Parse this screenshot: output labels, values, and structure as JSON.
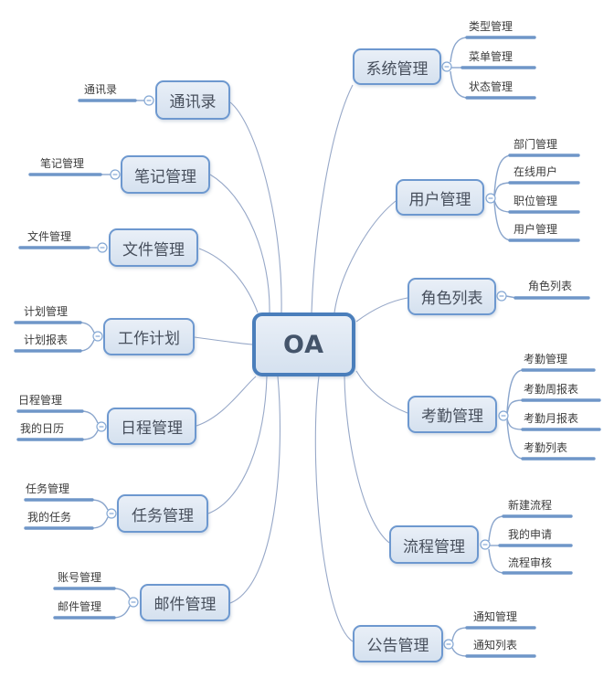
{
  "root": {
    "label": "OA"
  },
  "left": [
    {
      "label": "通讯录",
      "children": [
        "通讯录"
      ]
    },
    {
      "label": "笔记管理",
      "children": [
        "笔记管理"
      ]
    },
    {
      "label": "文件管理",
      "children": [
        "文件管理"
      ]
    },
    {
      "label": "工作计划",
      "children": [
        "计划管理",
        "计划报表"
      ]
    },
    {
      "label": "日程管理",
      "children": [
        "日程管理",
        "我的日历"
      ]
    },
    {
      "label": "任务管理",
      "children": [
        "任务管理",
        "我的任务"
      ]
    },
    {
      "label": "邮件管理",
      "children": [
        "账号管理",
        "邮件管理"
      ]
    }
  ],
  "right": [
    {
      "label": "系统管理",
      "children": [
        "类型管理",
        "菜单管理",
        "状态管理"
      ]
    },
    {
      "label": "用户管理",
      "children": [
        "部门管理",
        "在线用户",
        "职位管理",
        "用户管理"
      ]
    },
    {
      "label": "角色列表",
      "children": [
        "角色列表"
      ]
    },
    {
      "label": "考勤管理",
      "children": [
        "考勤管理",
        "考勤周报表",
        "考勤月报表",
        "考勤列表"
      ]
    },
    {
      "label": "流程管理",
      "children": [
        "新建流程",
        "我的申请",
        "流程审核"
      ]
    },
    {
      "label": "公告管理",
      "children": [
        "通知管理",
        "通知列表"
      ]
    }
  ],
  "colors": {
    "node_border": "#6d98cf",
    "root_border": "#4a7ebb",
    "branch_line": "#6f96c8",
    "connector": "#97a8c8",
    "node_fill_top": "#e9eff7",
    "node_fill_bottom": "#d5e1ef",
    "leaf_text": "#3b3b3b",
    "topic_text": "#474f5c",
    "root_text": "#44546a",
    "canvas_bg": "#ffffff"
  }
}
